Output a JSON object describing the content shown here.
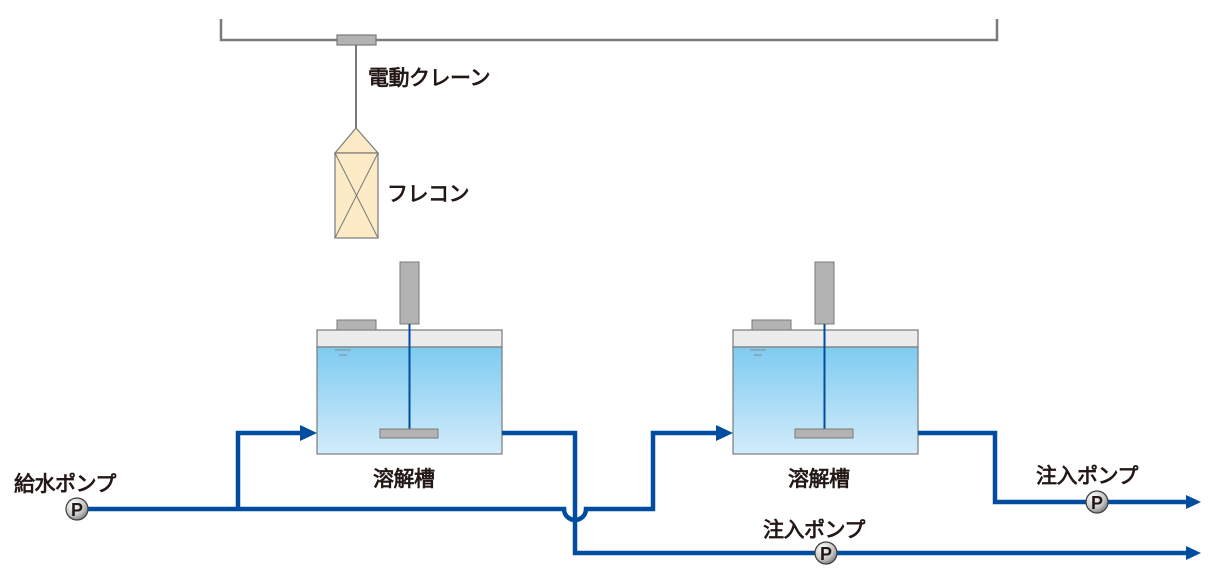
{
  "diagram": {
    "type": "process-flow",
    "labels": {
      "crane": "電動クレーン",
      "bag": "フレコン",
      "tank_1": "溶解槽",
      "tank_2": "溶解槽",
      "feed_pump": "給水ポンプ",
      "injection_pump_1": "注入ポンプ",
      "injection_pump_2": "注入ポンプ",
      "pump_symbol": "P"
    },
    "colors": {
      "pipe": "#004da0",
      "equipment_gray": "#b3b3b3",
      "outline": "#7a7a7a",
      "bag_fill": "#fcebc6",
      "water_top": "#7ecbf0",
      "water_bottom": "#d2ecfa",
      "tank_headspace": "#ececec",
      "text": "#231815"
    },
    "nodes": [
      {
        "id": "feed_pump",
        "label_key": "feed_pump"
      },
      {
        "id": "tank_1",
        "label_key": "tank_1"
      },
      {
        "id": "tank_2",
        "label_key": "tank_2"
      },
      {
        "id": "injection_pump_1",
        "label_key": "injection_pump_1"
      },
      {
        "id": "injection_pump_2",
        "label_key": "injection_pump_2"
      },
      {
        "id": "crane",
        "label_key": "crane"
      },
      {
        "id": "bag",
        "label_key": "bag"
      }
    ],
    "edges": [
      {
        "from": "feed_pump",
        "to": "tank_1"
      },
      {
        "from": "feed_pump",
        "to": "tank_2"
      },
      {
        "from": "tank_1",
        "to": "injection_pump_2"
      },
      {
        "from": "tank_2",
        "to": "injection_pump_1"
      },
      {
        "from": "crane",
        "to": "bag"
      }
    ]
  }
}
